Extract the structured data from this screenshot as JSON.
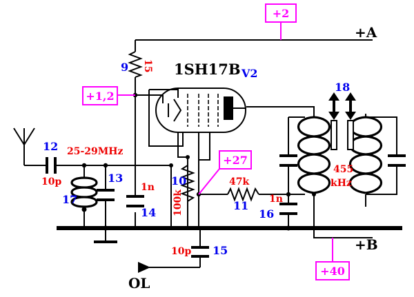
{
  "rails": {
    "plus_a": "+A",
    "plus_b": "+B",
    "input": "OL"
  },
  "tube": {
    "type": "1SH17B",
    "ref": "V2"
  },
  "test_points": {
    "tp_2": "+2",
    "tp_12": "+1,2",
    "tp_27": "+27",
    "tp_40": "+40"
  },
  "resistors": {
    "r9": {
      "ref": "9",
      "value": "15"
    },
    "r10": {
      "ref": "10",
      "value": "100k"
    },
    "r11": {
      "ref": "11",
      "value": "47k"
    }
  },
  "capacitors": {
    "c12": {
      "ref": "12",
      "value": "10p"
    },
    "c13": {
      "ref": "13"
    },
    "c14": {
      "ref": "14",
      "value": "1n"
    },
    "c15": {
      "ref": "15",
      "value": "10p"
    },
    "c16": {
      "ref": "16",
      "value": "1n"
    }
  },
  "coils": {
    "l17": {
      "ref": "17"
    },
    "t18": {
      "ref": "18",
      "frequency": "455",
      "unit": "kHz"
    }
  },
  "bands": {
    "input_band": "25-29MHz"
  },
  "colors": {
    "ref_blue": "#0000ee",
    "value_red": "#ee0000",
    "testpoint_magenta": "#ff00ff",
    "wire": "#000000"
  },
  "icons": {
    "antenna": "antenna-icon",
    "ground": "ground-icon",
    "input_arrow": "arrow-right-icon"
  }
}
